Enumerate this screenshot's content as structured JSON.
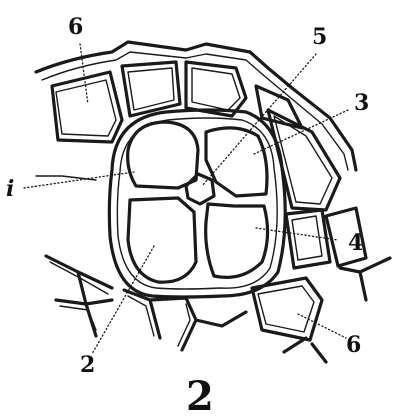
{
  "labels": {
    "upper_left_six": "6",
    "five": "5",
    "three": "3",
    "i": "i",
    "four": "4",
    "lower_right_six": "6",
    "two": "2",
    "figure_number": "2"
  }
}
